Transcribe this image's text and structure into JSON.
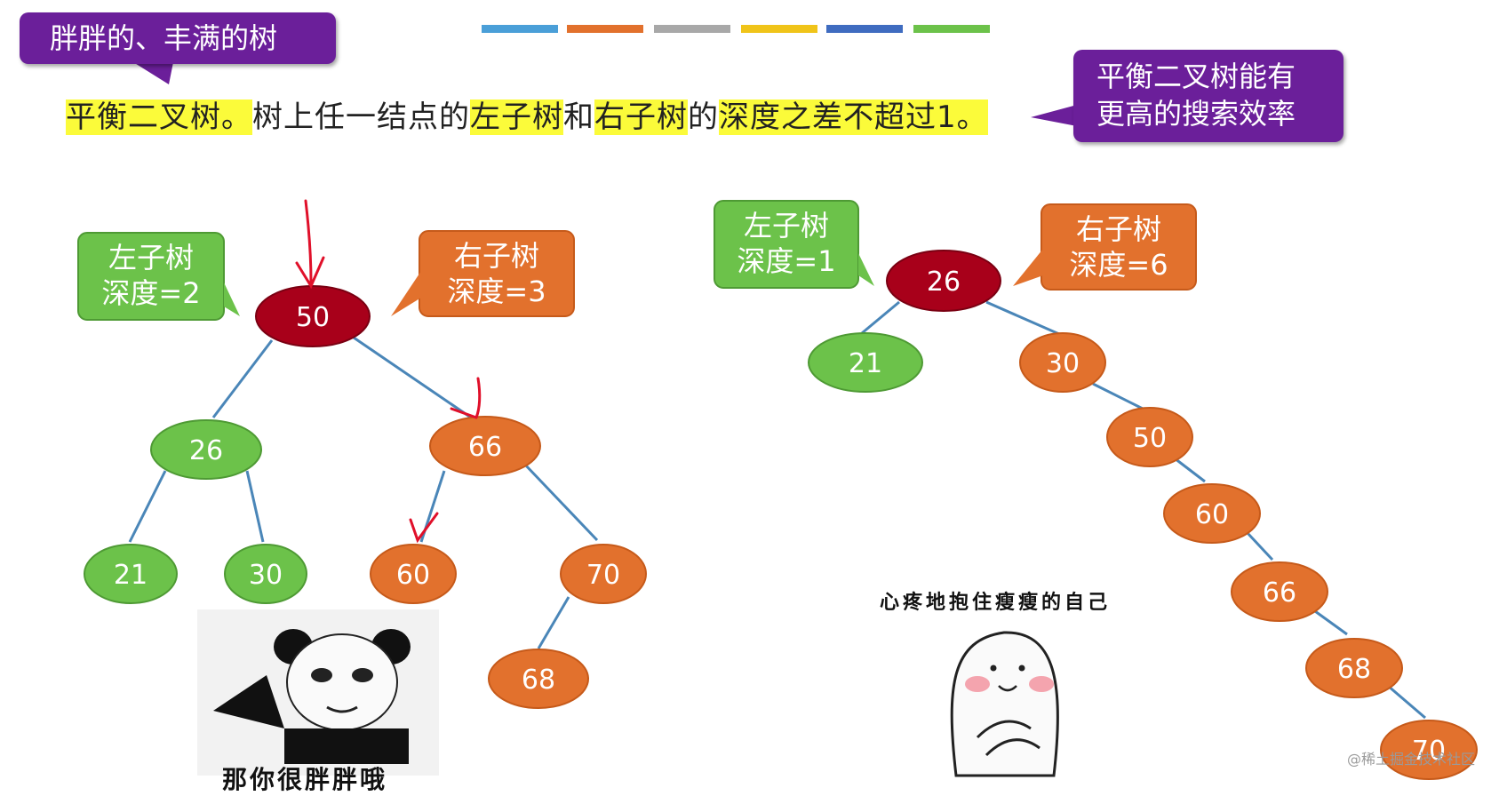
{
  "top_stripes": [
    "#4a9fd8",
    "#e2712d",
    "#a8a8a8",
    "#f0c419",
    "#3f6cc0",
    "#6cc24a"
  ],
  "banner": {
    "text": "胖胖的、丰满的树"
  },
  "definition": {
    "segments": [
      {
        "text": "平衡二叉树。",
        "highlight": true
      },
      {
        "text": "树上任一结点的",
        "highlight": false
      },
      {
        "text": "左子树",
        "highlight": true
      },
      {
        "text": "和",
        "highlight": false
      },
      {
        "text": "右子树",
        "highlight": true
      },
      {
        "text": "的",
        "highlight": false
      },
      {
        "text": "深度之差不超过1。",
        "highlight": true
      }
    ]
  },
  "efficiency_note": {
    "line1": "平衡二叉树能有",
    "line2": "更高的搜索效率"
  },
  "left_tree": {
    "left_label": {
      "line1": "左子树",
      "line2": "深度=2"
    },
    "right_label": {
      "line1": "右子树",
      "line2": "深度=3"
    },
    "nodes": {
      "root": "50",
      "n26": "26",
      "n66": "66",
      "n21": "21",
      "n30": "30",
      "n60": "60",
      "n70": "70",
      "n68": "68"
    }
  },
  "right_tree": {
    "left_label": {
      "line1": "左子树",
      "line2": "深度=1"
    },
    "right_label": {
      "line1": "右子树",
      "line2": "深度=6"
    },
    "nodes": {
      "root": "26",
      "n21": "21",
      "n30": "30",
      "n50": "50",
      "n60": "60",
      "n66": "66",
      "n68": "68",
      "n70": "70"
    }
  },
  "colors": {
    "root": "#a8001a",
    "green": "#6cc24a",
    "orange": "#e2712d",
    "purple": "#6b1f9a",
    "highlight": "#fbfb3a",
    "edge": "#4a86b8",
    "annotation": "#e0102a"
  },
  "meme_left": {
    "caption": "那你很胖胖哦"
  },
  "meme_right": {
    "caption": "心疼地抱住瘦瘦的自己"
  },
  "watermark": "@稀土掘金技术社区"
}
